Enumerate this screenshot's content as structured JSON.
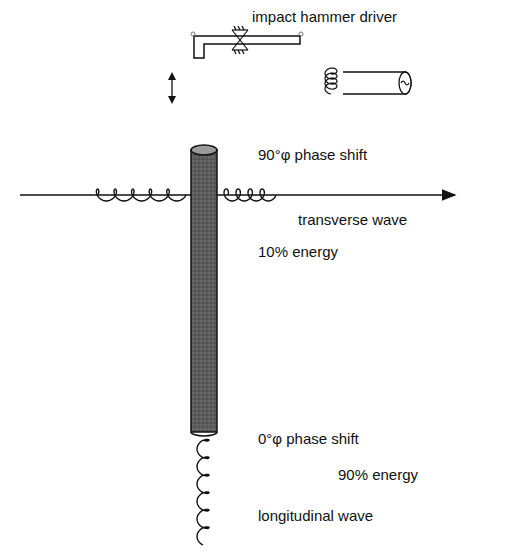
{
  "diagram": {
    "labels": [
      "impact hammer driver",
      "90°φ phase shift",
      "transverse wave",
      "10% energy",
      "0°φ phase shift",
      "90% energy",
      "longitudinal wave"
    ]
  }
}
